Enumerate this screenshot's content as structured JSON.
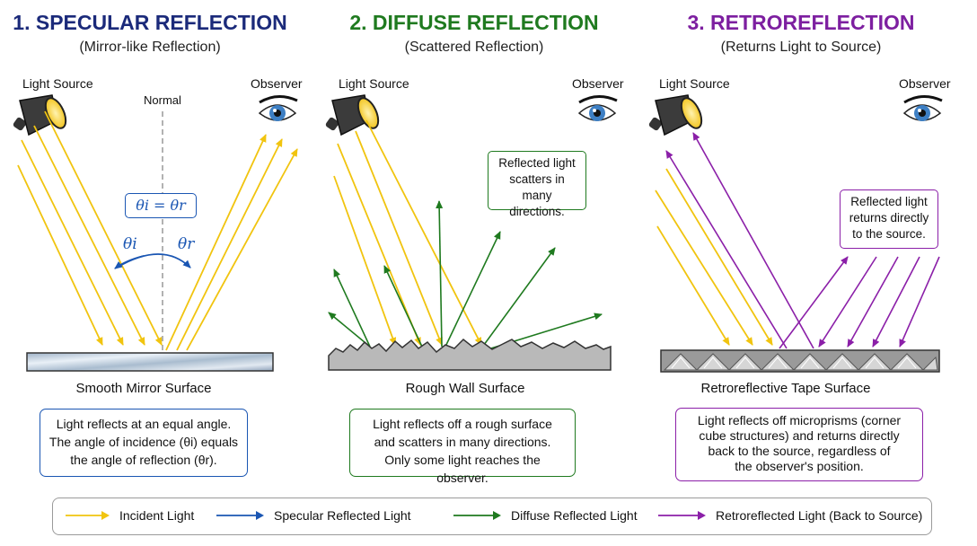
{
  "colors": {
    "incident": "#f1c40f",
    "specular": "#1a56b3",
    "diffuse": "#1f7a1f",
    "retro": "#8b1fa8",
    "title1": "#1b2a7a",
    "title2": "#1f7a1f",
    "title3": "#7d1fa0"
  },
  "panels": [
    {
      "title": "1. SPECULAR REFLECTION",
      "subtitle": "(Mirror-like Reflection)",
      "light_source": "Light Source",
      "observer": "Observer",
      "normal_label": "Normal",
      "equation": "θi = θr",
      "theta_i": "θi",
      "theta_r": "θr",
      "surface": "Smooth Mirror Surface",
      "description": [
        "Light reflects at an equal angle.",
        "The angle of incidence (θi) equals",
        "the angle of reflection (θr)."
      ],
      "icons": [
        "spotlight-icon",
        "eye-icon"
      ]
    },
    {
      "title": "2. DIFFUSE REFLECTION",
      "subtitle": "(Scattered Reflection)",
      "light_source": "Light Source",
      "observer": "Observer",
      "callout": [
        "Reflected light",
        "scatters in many",
        "directions."
      ],
      "surface": "Rough Wall Surface",
      "description": [
        "Light reflects off a rough surface",
        "and scatters in many directions.",
        "Only some light reaches the observer."
      ],
      "icons": [
        "spotlight-icon",
        "eye-icon"
      ]
    },
    {
      "title": "3. RETROREFLECTION",
      "subtitle": "(Returns Light to Source)",
      "light_source": "Light Source",
      "observer": "Observer",
      "callout": [
        "Reflected light",
        "returns directly",
        "to the source."
      ],
      "surface": "Retroreflective Tape Surface",
      "description": [
        "Light reflects off microprisms (corner",
        "cube structures) and returns directly",
        "back to the source, regardless of",
        "the observer's position."
      ],
      "icons": [
        "spotlight-icon",
        "eye-icon"
      ]
    }
  ],
  "legend": [
    {
      "label": "Incident Light",
      "color_key": "incident"
    },
    {
      "label": "Specular Reflected Light",
      "color_key": "specular"
    },
    {
      "label": "Diffuse Reflected Light",
      "color_key": "diffuse"
    },
    {
      "label": "Retroreflected Light (Back to Source)",
      "color_key": "retro"
    }
  ]
}
